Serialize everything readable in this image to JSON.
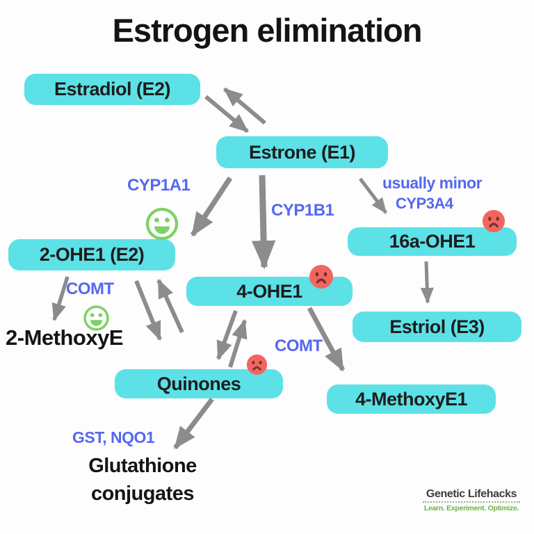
{
  "title": "Estrogen elimination",
  "nodes": {
    "estradiol": "Estradiol (E2)",
    "estrone": "Estrone (E1)",
    "two_ohe1": "2-OHE1 (E2)",
    "four_ohe1": "4-OHE1",
    "sixteen_ohe1": "16a-OHE1",
    "estriol": "Estriol (E3)",
    "quinones": "Quinones",
    "four_methoxye1": "4-MethoxyE1",
    "two_methoxye": "2-MethoxyE",
    "glutathione": "Glutathione conjugates"
  },
  "labels": {
    "cyp1a1": "CYP1A1",
    "cyp1b1": "CYP1B1",
    "usually_minor": "usually minor",
    "cyp3a4": "CYP3A4",
    "comt_2ohe1": "COMT",
    "comt_4ohe1": "COMT",
    "gst_nqo1": "GST, NQO1"
  },
  "icons": {
    "good": "smiley-face",
    "bad": "sad-face"
  },
  "colors": {
    "node_fill": "#5ce1e6",
    "enzyme_text": "#5468f0",
    "arrow_gray": "#8c8c8c",
    "smiley_green": "#7ed165",
    "sad_face_red": "#f4655f",
    "sad_face_features": "#6b3531",
    "logo_green": "#6cb33f"
  },
  "logo": {
    "name": "Genetic Lifehacks",
    "tagline": "Learn. Experiment. Optimize."
  }
}
